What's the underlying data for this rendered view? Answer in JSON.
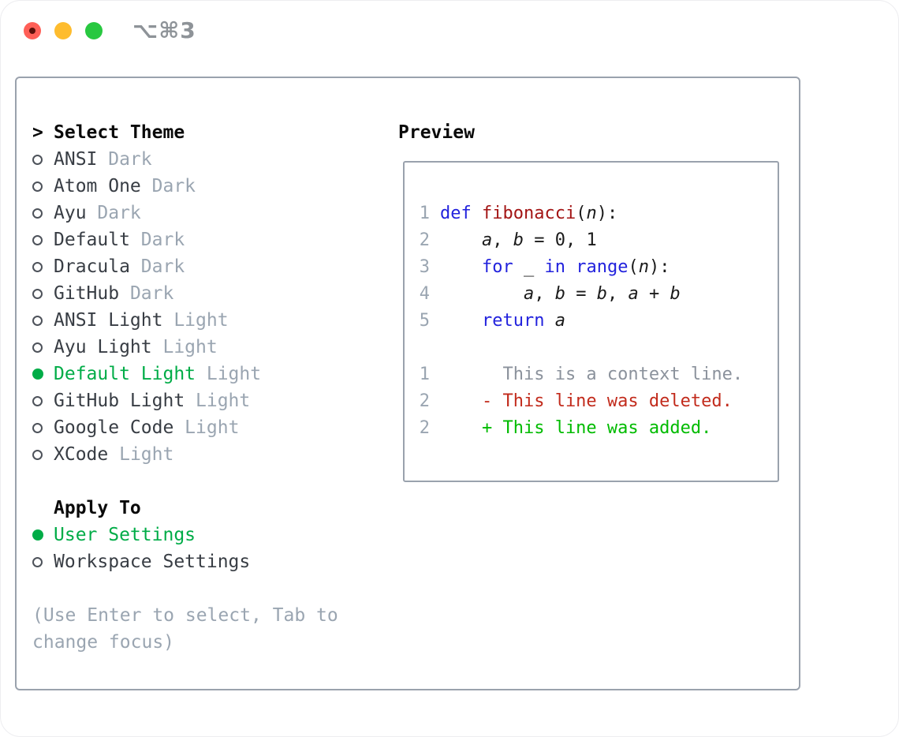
{
  "titlebar": {
    "title": "⌥⌘3"
  },
  "theme_picker": {
    "prompt": ">",
    "title": "Select Theme",
    "themes": [
      {
        "name": "ANSI",
        "variant": "Dark",
        "selected": false
      },
      {
        "name": "Atom One",
        "variant": "Dark",
        "selected": false
      },
      {
        "name": "Ayu",
        "variant": "Dark",
        "selected": false
      },
      {
        "name": "Default",
        "variant": "Dark",
        "selected": false
      },
      {
        "name": "Dracula",
        "variant": "Dark",
        "selected": false
      },
      {
        "name": "GitHub",
        "variant": "Dark",
        "selected": false
      },
      {
        "name": "ANSI Light",
        "variant": "Light",
        "selected": false
      },
      {
        "name": "Ayu Light",
        "variant": "Light",
        "selected": false
      },
      {
        "name": "Default Light",
        "variant": "Light",
        "selected": true
      },
      {
        "name": "GitHub Light",
        "variant": "Light",
        "selected": false
      },
      {
        "name": "Google Code",
        "variant": "Light",
        "selected": false
      },
      {
        "name": "XCode",
        "variant": "Light",
        "selected": false
      }
    ],
    "apply_to": {
      "title": "Apply To",
      "options": [
        {
          "label": "User Settings",
          "selected": true
        },
        {
          "label": "Workspace Settings",
          "selected": false
        }
      ]
    },
    "help_text": "(Use Enter to select, Tab to change focus)"
  },
  "preview": {
    "title": "Preview",
    "code_lines": [
      {
        "num": "1",
        "segments": [
          {
            "text": "def",
            "style": "keyword"
          },
          {
            "text": " ",
            "style": "plain"
          },
          {
            "text": "fibonacci",
            "style": "function"
          },
          {
            "text": "(",
            "style": "plain"
          },
          {
            "text": "n",
            "style": "variable"
          },
          {
            "text": "):",
            "style": "plain"
          }
        ]
      },
      {
        "num": "2",
        "segments": [
          {
            "text": "    ",
            "style": "plain"
          },
          {
            "text": "a",
            "style": "variable"
          },
          {
            "text": ", ",
            "style": "plain"
          },
          {
            "text": "b",
            "style": "variable"
          },
          {
            "text": " = 0, 1",
            "style": "plain"
          }
        ]
      },
      {
        "num": "3",
        "segments": [
          {
            "text": "    ",
            "style": "plain"
          },
          {
            "text": "for",
            "style": "keyword"
          },
          {
            "text": " _ ",
            "style": "plain"
          },
          {
            "text": "in",
            "style": "keyword"
          },
          {
            "text": " ",
            "style": "plain"
          },
          {
            "text": "range",
            "style": "keyword"
          },
          {
            "text": "(",
            "style": "plain"
          },
          {
            "text": "n",
            "style": "variable"
          },
          {
            "text": "):",
            "style": "plain"
          }
        ]
      },
      {
        "num": "4",
        "segments": [
          {
            "text": "        ",
            "style": "plain"
          },
          {
            "text": "a",
            "style": "variable"
          },
          {
            "text": ", ",
            "style": "plain"
          },
          {
            "text": "b",
            "style": "variable"
          },
          {
            "text": " = ",
            "style": "plain"
          },
          {
            "text": "b",
            "style": "variable"
          },
          {
            "text": ", ",
            "style": "plain"
          },
          {
            "text": "a",
            "style": "variable"
          },
          {
            "text": " + ",
            "style": "plain"
          },
          {
            "text": "b",
            "style": "variable"
          }
        ]
      },
      {
        "num": "5",
        "segments": [
          {
            "text": "    ",
            "style": "plain"
          },
          {
            "text": "return",
            "style": "keyword"
          },
          {
            "text": " ",
            "style": "plain"
          },
          {
            "text": "a",
            "style": "variable"
          }
        ]
      },
      {
        "num": "",
        "segments": []
      },
      {
        "num": "1",
        "segments": [
          {
            "text": "      This is a context line.",
            "style": "context"
          }
        ]
      },
      {
        "num": "2",
        "segments": [
          {
            "text": "    - This line was deleted.",
            "style": "deleted"
          }
        ]
      },
      {
        "num": "2",
        "segments": [
          {
            "text": "    + This line was added.",
            "style": "added"
          }
        ]
      }
    ]
  },
  "colors": {
    "accent_green": "#00ac47",
    "added_green": "#00bb00",
    "deleted_red": "#c22b1c",
    "keyword_blue": "#2222dd",
    "function_red": "#a31515",
    "dim_gray": "#9aa5b1",
    "context_gray": "#8b929c",
    "panel_border": "#9aa2ad",
    "traffic_red": "#ff5f57",
    "traffic_yellow": "#febc2e",
    "traffic_green": "#28c840"
  }
}
